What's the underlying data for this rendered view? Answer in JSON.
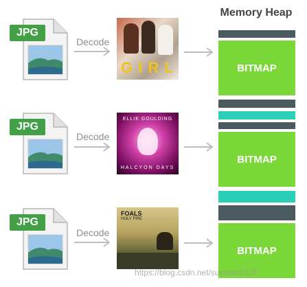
{
  "heap": {
    "title": "Memory Heap",
    "bitmap_label": "BITMAP",
    "bar_colors": {
      "dark": "#4a5a5e",
      "teal": "#2bcfb8",
      "green": "#7bd839"
    }
  },
  "rows": [
    {
      "file_type": "JPG",
      "decode_label": "Decode",
      "album_text": "G I R L",
      "album_subtitle": ""
    },
    {
      "file_type": "JPG",
      "decode_label": "Decode",
      "album_text": "ELLIE GOULDING",
      "album_subtitle": "HALCYON DAYS"
    },
    {
      "file_type": "JPG",
      "decode_label": "Decode",
      "album_text": "FOALS",
      "album_subtitle": "HOLY FIRE"
    }
  ],
  "watermark": "https://blog.csdn.net/suyimin2010"
}
